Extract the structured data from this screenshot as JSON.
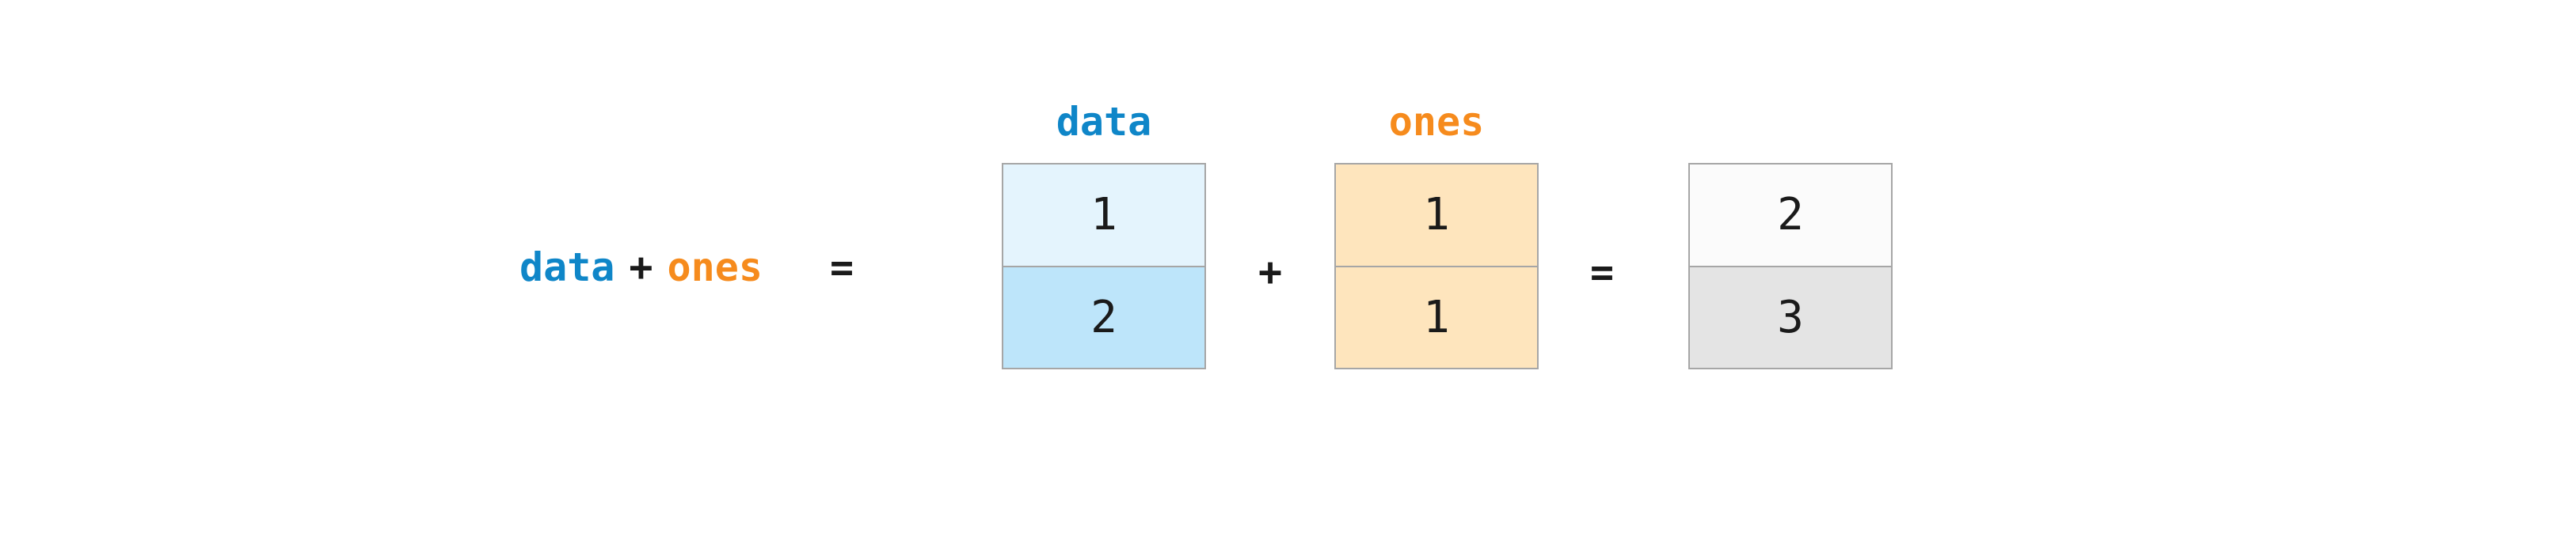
{
  "equation": {
    "var1": "data",
    "plus": "+",
    "var2": "ones",
    "equals": "="
  },
  "operators": {
    "plus": "+",
    "equals": "="
  },
  "arrays": [
    {
      "label": "data",
      "label_color": "#0f86c8",
      "cells": [
        {
          "value": "1",
          "bg": "#e4f4fd"
        },
        {
          "value": "2",
          "bg": "#bde5fa"
        }
      ]
    },
    {
      "label": "ones",
      "label_color": "#f68b1d",
      "cells": [
        {
          "value": "1",
          "bg": "#fee5bd"
        },
        {
          "value": "1",
          "bg": "#fee5bd"
        }
      ]
    },
    {
      "label": "",
      "label_color": "#1a1a1a",
      "cells": [
        {
          "value": "2",
          "bg": "#fbfbfb"
        },
        {
          "value": "3",
          "bg": "#e4e4e4"
        }
      ]
    }
  ],
  "colors": {
    "data_blue": "#0f86c8",
    "ones_orange": "#f68b1d",
    "operator_black": "#1a1a1a",
    "border_gray": "#a6a6a6",
    "background": "#ffffff"
  }
}
